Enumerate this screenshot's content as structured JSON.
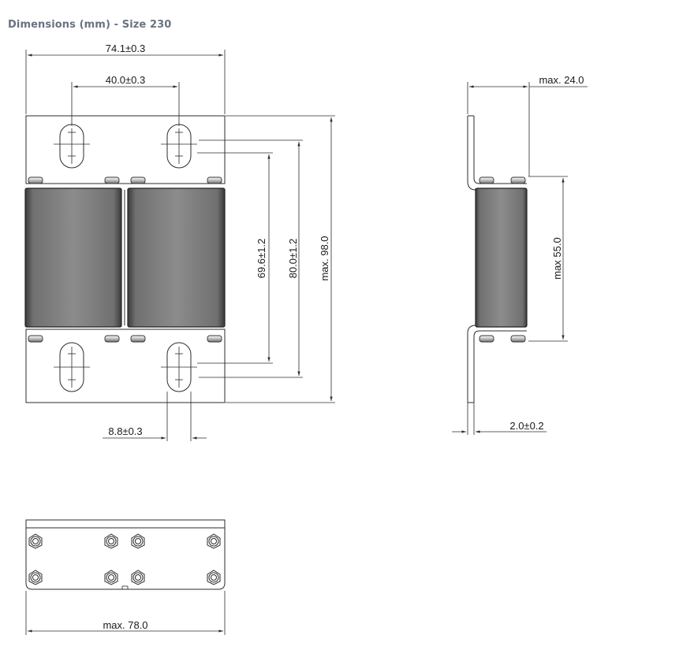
{
  "page": {
    "title": "Dimensions (mm) - Size 230"
  },
  "dimensions": {
    "overall_width": "74.1±0.3",
    "hole_spacing": "40.0±0.3",
    "inner_height": "69.6±1.2",
    "hole_height": "80.0±1.2",
    "overall_height": "max. 98.0",
    "slot_width": "8.8±0.3",
    "side_depth": "max. 24.0",
    "body_height": "max 55.0",
    "thickness": "2.0±0.2",
    "bottom_width": "max. 78.0"
  },
  "colors": {
    "line": "#2b2b2b",
    "heading": "#6a7280",
    "body_dark": "#555555",
    "body_light": "#9a9a9a"
  }
}
